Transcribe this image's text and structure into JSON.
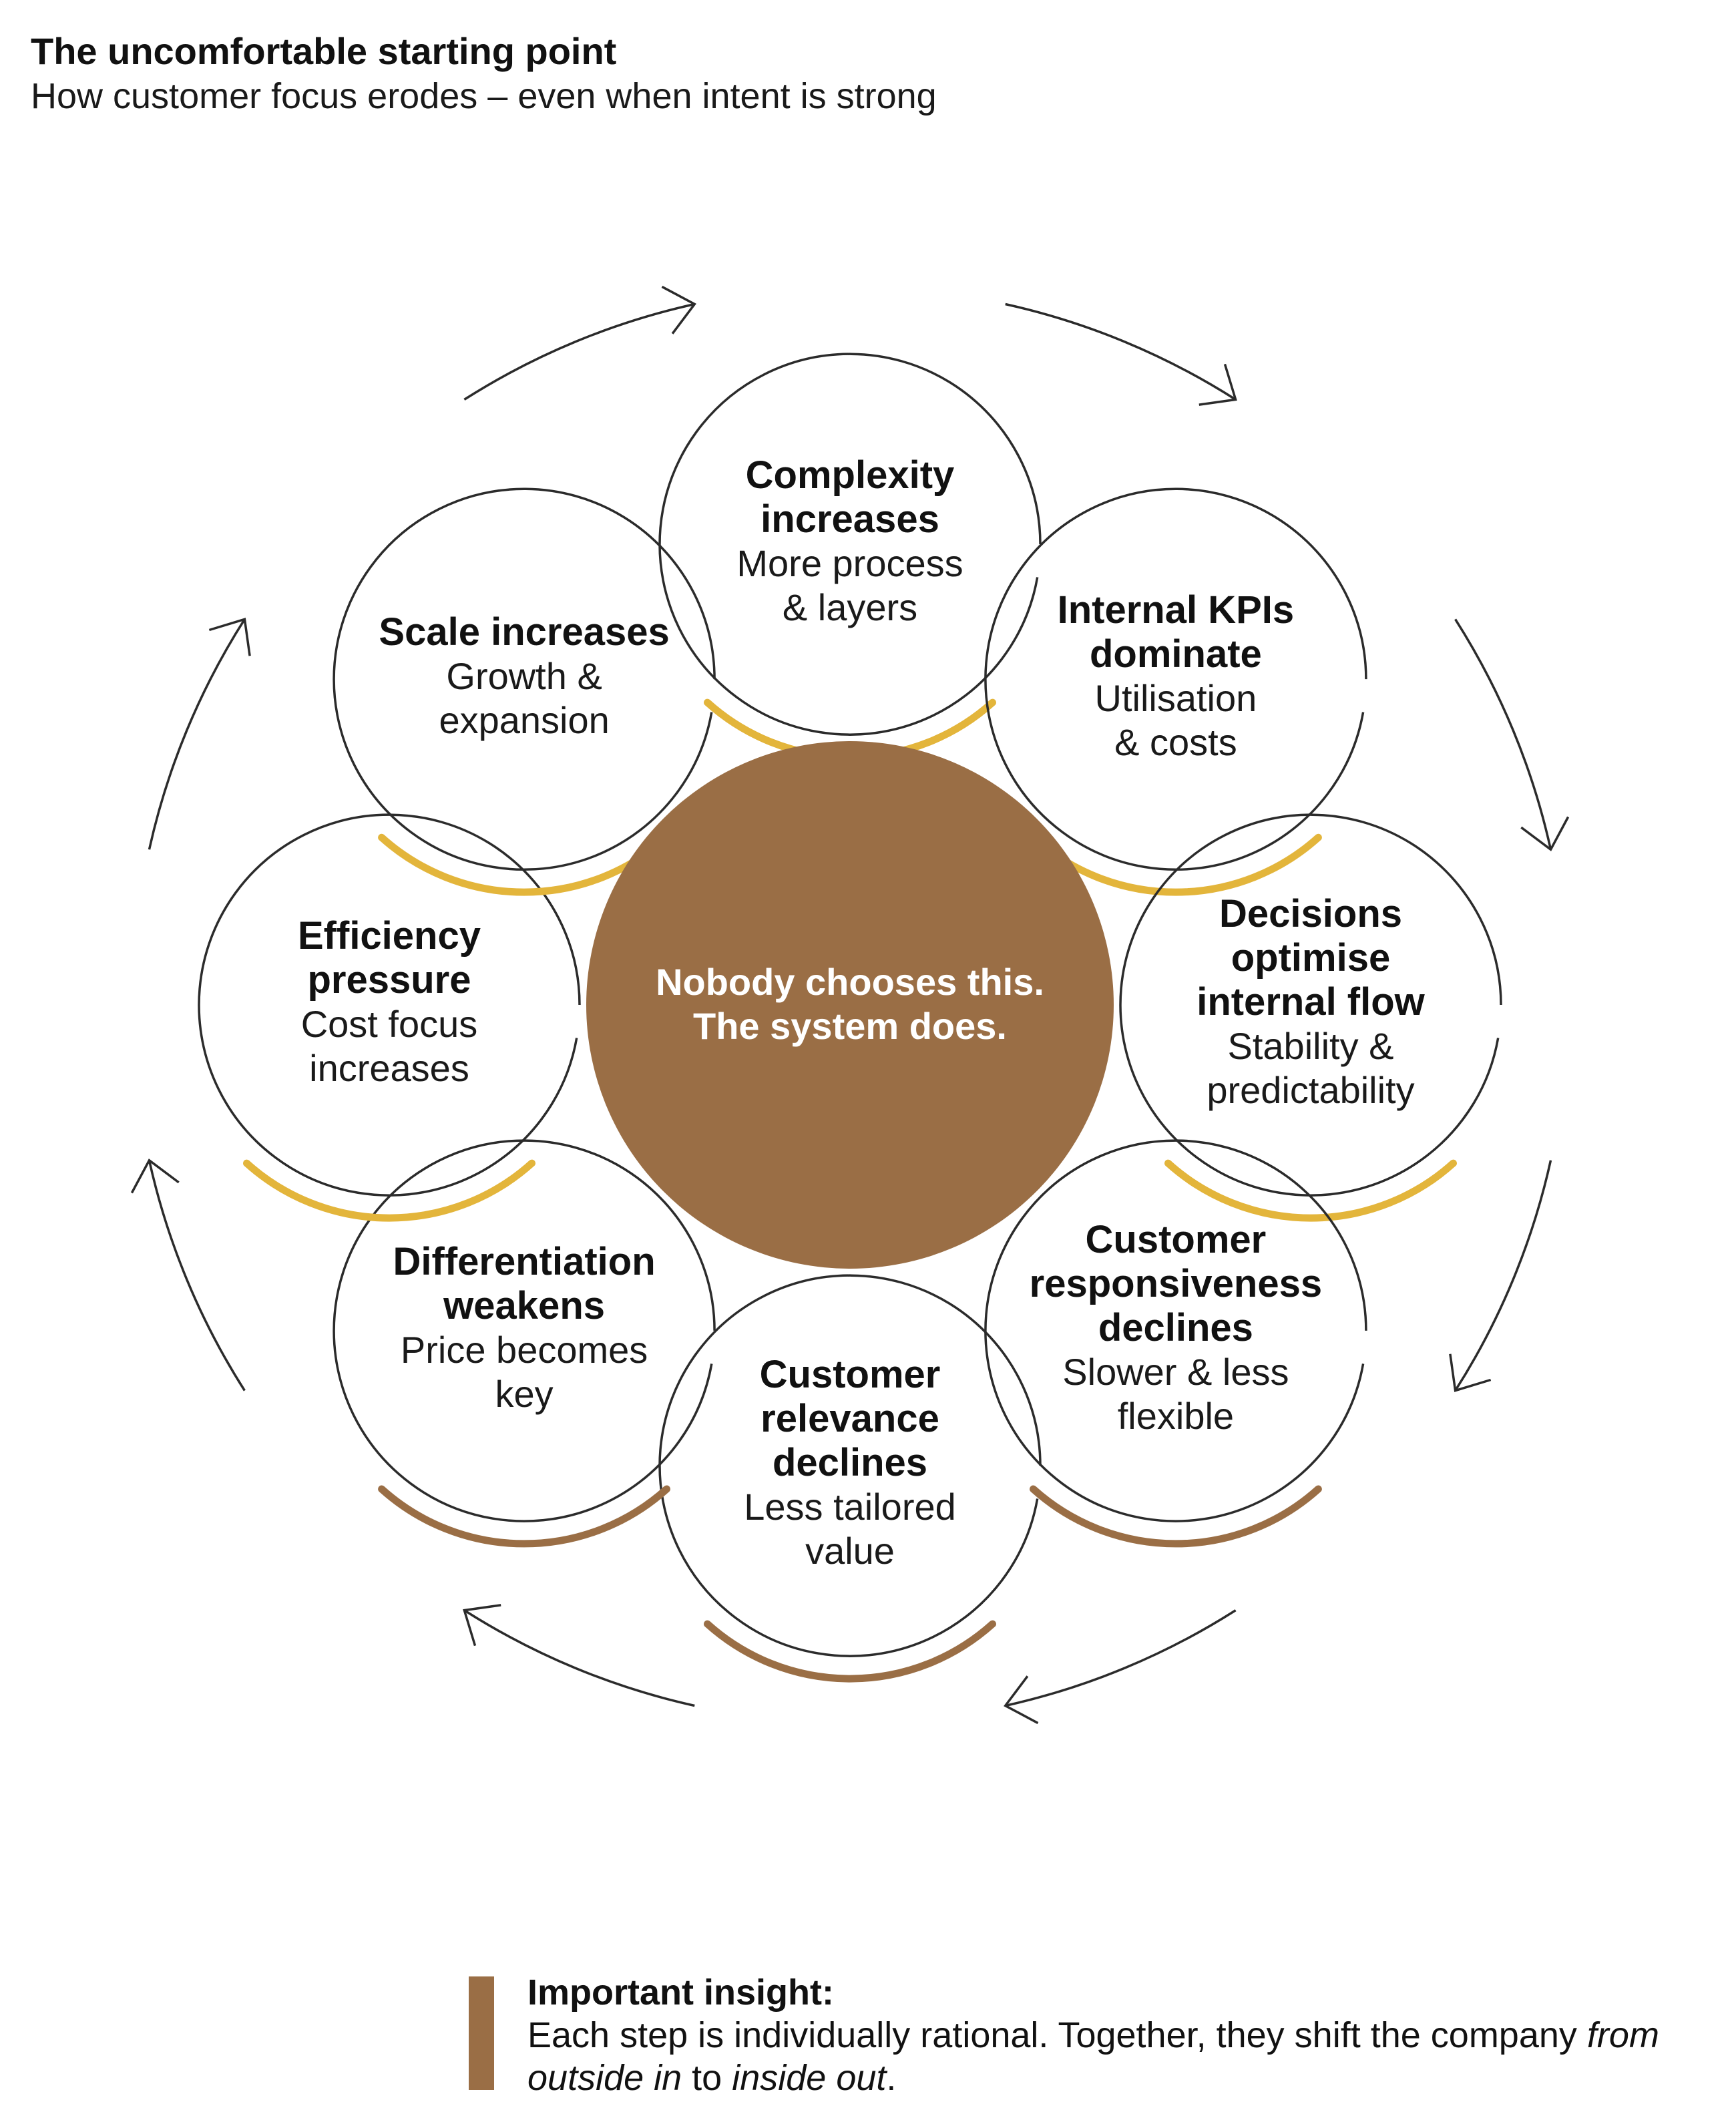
{
  "header": {
    "title": "The uncomfortable starting point",
    "subtitle": "How customer focus erodes – even when intent is strong"
  },
  "colors": {
    "gold": "#E3B53B",
    "brown": "#9A6E45",
    "outline": "#2B2B2B",
    "center_fill": "#9A6E45",
    "center_text": "#FFFFFF"
  },
  "center": {
    "lines": [
      "Nobody chooses this.",
      "The system does."
    ]
  },
  "steps": [
    {
      "title": [
        "Complexity",
        "increases"
      ],
      "subtitle": [
        "More process",
        "& layers"
      ],
      "accent": "gold"
    },
    {
      "title": [
        "Internal KPIs",
        "dominate"
      ],
      "subtitle": [
        "Utilisation",
        "& costs"
      ],
      "accent": "gold"
    },
    {
      "title": [
        "Decisions",
        "optimise",
        "internal flow"
      ],
      "subtitle": [
        "Stability &",
        "predictability"
      ],
      "accent": "gold"
    },
    {
      "title": [
        "Customer",
        "responsiveness",
        "declines"
      ],
      "subtitle": [
        "Slower & less",
        "flexible"
      ],
      "accent": "brown"
    },
    {
      "title": [
        "Customer",
        "relevance",
        "declines"
      ],
      "subtitle": [
        "Less tailored",
        "value"
      ],
      "accent": "brown"
    },
    {
      "title": [
        "Differentiation",
        "weakens"
      ],
      "subtitle": [
        "Price becomes",
        "key"
      ],
      "accent": "brown"
    },
    {
      "title": [
        "Efficiency",
        "pressure"
      ],
      "subtitle": [
        "Cost focus",
        "increases"
      ],
      "accent": "gold"
    },
    {
      "title": [
        "Scale increases"
      ],
      "subtitle": [
        "Growth &",
        "expansion"
      ],
      "accent": "gold"
    }
  ],
  "insight": {
    "label": "Important insight:",
    "text_before": "Each step is individually rational. Together, they shift the company ",
    "emphasis_1": "from outside in",
    "text_middle": " to ",
    "emphasis_2": "inside out",
    "text_after": "."
  }
}
